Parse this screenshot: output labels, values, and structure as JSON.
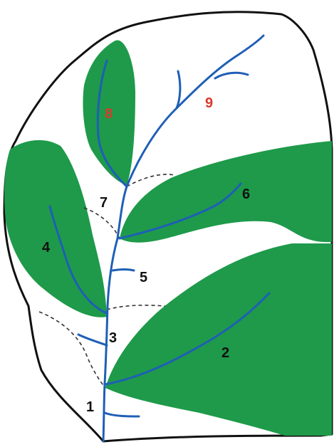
{
  "colors": {
    "background": "#ffffff",
    "outline": "#111111",
    "subbasin_fill": "#1e9a4a",
    "stream": "#1f5fb5",
    "divide": "#333333",
    "label_dark": "#111111",
    "label_red": "#d93a2b"
  },
  "labels": {
    "l1": {
      "text": "1",
      "color": "#111111"
    },
    "l2": {
      "text": "2",
      "color": "#111111"
    },
    "l3": {
      "text": "3",
      "color": "#111111"
    },
    "l4": {
      "text": "4",
      "color": "#111111"
    },
    "l5": {
      "text": "5",
      "color": "#111111"
    },
    "l6": {
      "text": "6",
      "color": "#111111"
    },
    "l7": {
      "text": "7",
      "color": "#111111"
    },
    "l8": {
      "text": "8",
      "color": "#d93a2b"
    },
    "l9": {
      "text": "9",
      "color": "#d93a2b"
    }
  }
}
